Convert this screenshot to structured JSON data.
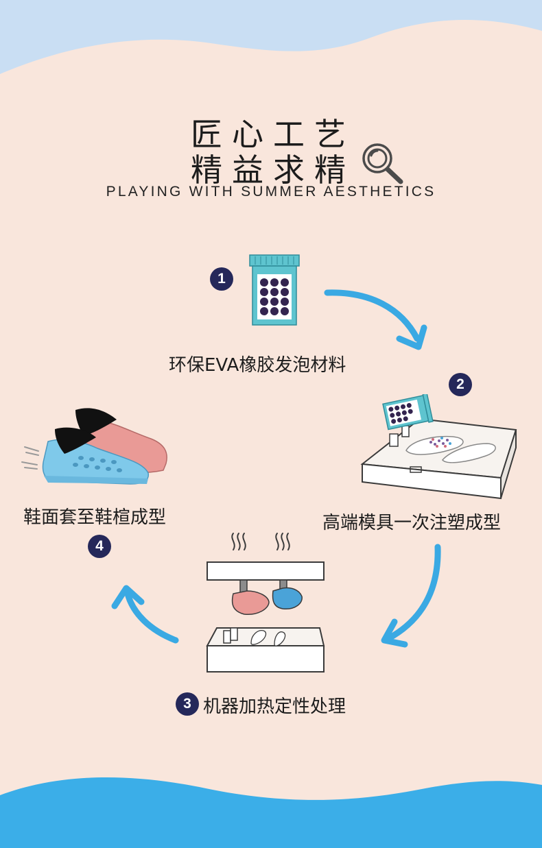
{
  "heading": {
    "line1": "匠心工艺",
    "line2": "精益求精",
    "subtitle": "PLAYING WITH SUMMER AESTHETICS"
  },
  "steps": [
    {
      "number": "1",
      "label": "环保EVA橡胶发泡材料"
    },
    {
      "number": "2",
      "label": "高端模具一次注塑成型"
    },
    {
      "number": "3",
      "label": "机器加热定性处理"
    },
    {
      "number": "4",
      "label": "鞋面套至鞋楦成型"
    }
  ],
  "colors": {
    "background": "#f9e6dc",
    "top_wave": "#c9def3",
    "bottom_wave": "#3baee8",
    "arrow": "#3aa9e3",
    "badge": "#25285a",
    "shoe_pink": "#e99a96",
    "shoe_blue": "#7fc9ea",
    "jar_teal": "#5ec4cf"
  },
  "icons": [
    "magnifier-icon",
    "pellet-jar-icon",
    "mold-icon",
    "heat-press-icon",
    "shoes-icon",
    "arrow-icon"
  ]
}
